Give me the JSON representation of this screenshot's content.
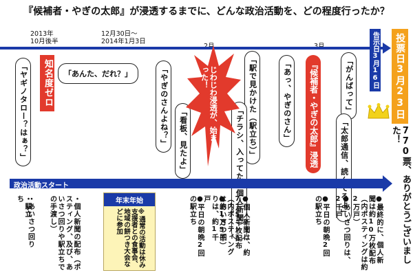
{
  "title": "『候補者・やぎの太郎』が浸透するまでに、どんな政治活動を、どの程度行ったか？",
  "dates": {
    "d1": [
      "2013年",
      "10月後半"
    ],
    "d2": [
      "12月30日～",
      "2014年1月3日"
    ],
    "d3": "2月",
    "d4": "3月",
    "notice": "告示日3月16日"
  },
  "election_day": "投票日3月23日",
  "awareness_zero": "知名度ゼロ",
  "bubbles": {
    "yaginotaro": "「ヤギノタロー？はぁ？」",
    "anta": "「あんた、だれ？」",
    "yagino_san": "「やぎのさんよね？」",
    "kanban": "「看板、見たよ」",
    "eki": "「駅で見かけた（駅立ち）」",
    "chirashi": "「チラシ、入ってた（個人新聞）」",
    "aa_yagino": "「あっ、やぎのさん」",
    "ganbatte": "「がんばって」",
    "taro_tsushin": "「太郎通信、読んでるよ」"
  },
  "burst": "じわじわ浸透が、始まった！",
  "red_vertical": "『候補者・やぎの太郎』浸透",
  "votes": "770票、ありがとうございました！",
  "activity_start": "政治活動スタート",
  "nenmatsu": {
    "heading": "年末年始",
    "body": "※通常の活動は休み支援者との食事会、地域の餅つき大会などに参加"
  },
  "activities": {
    "a1": "・駅立ち",
    "a2": "・あいさつ回り",
    "a3": "・個人新聞の配布（ポスティング、及び、あいさつ回りや駅立ちでの手渡し）",
    "a4": "●個人新聞は、約7万5千枚配布（内ポスティングは約1万5千）",
    "a5": "●あいさつ回りは、約1千戸",
    "a6": "●平日の朝晩2回の駅立ち",
    "a7": "●最終的に、個人新聞は約10万枚配布（内ポスティングは約2万戸）",
    "a8": "●あいさつ回りは、2千戸",
    "a9": "●平日の朝晩2回の駅立ち"
  },
  "colors": {
    "timeline_blue": "#1a3aa8",
    "red": "#e23a2c",
    "orange": "#f4a11c",
    "crown": "#f2d21a"
  }
}
